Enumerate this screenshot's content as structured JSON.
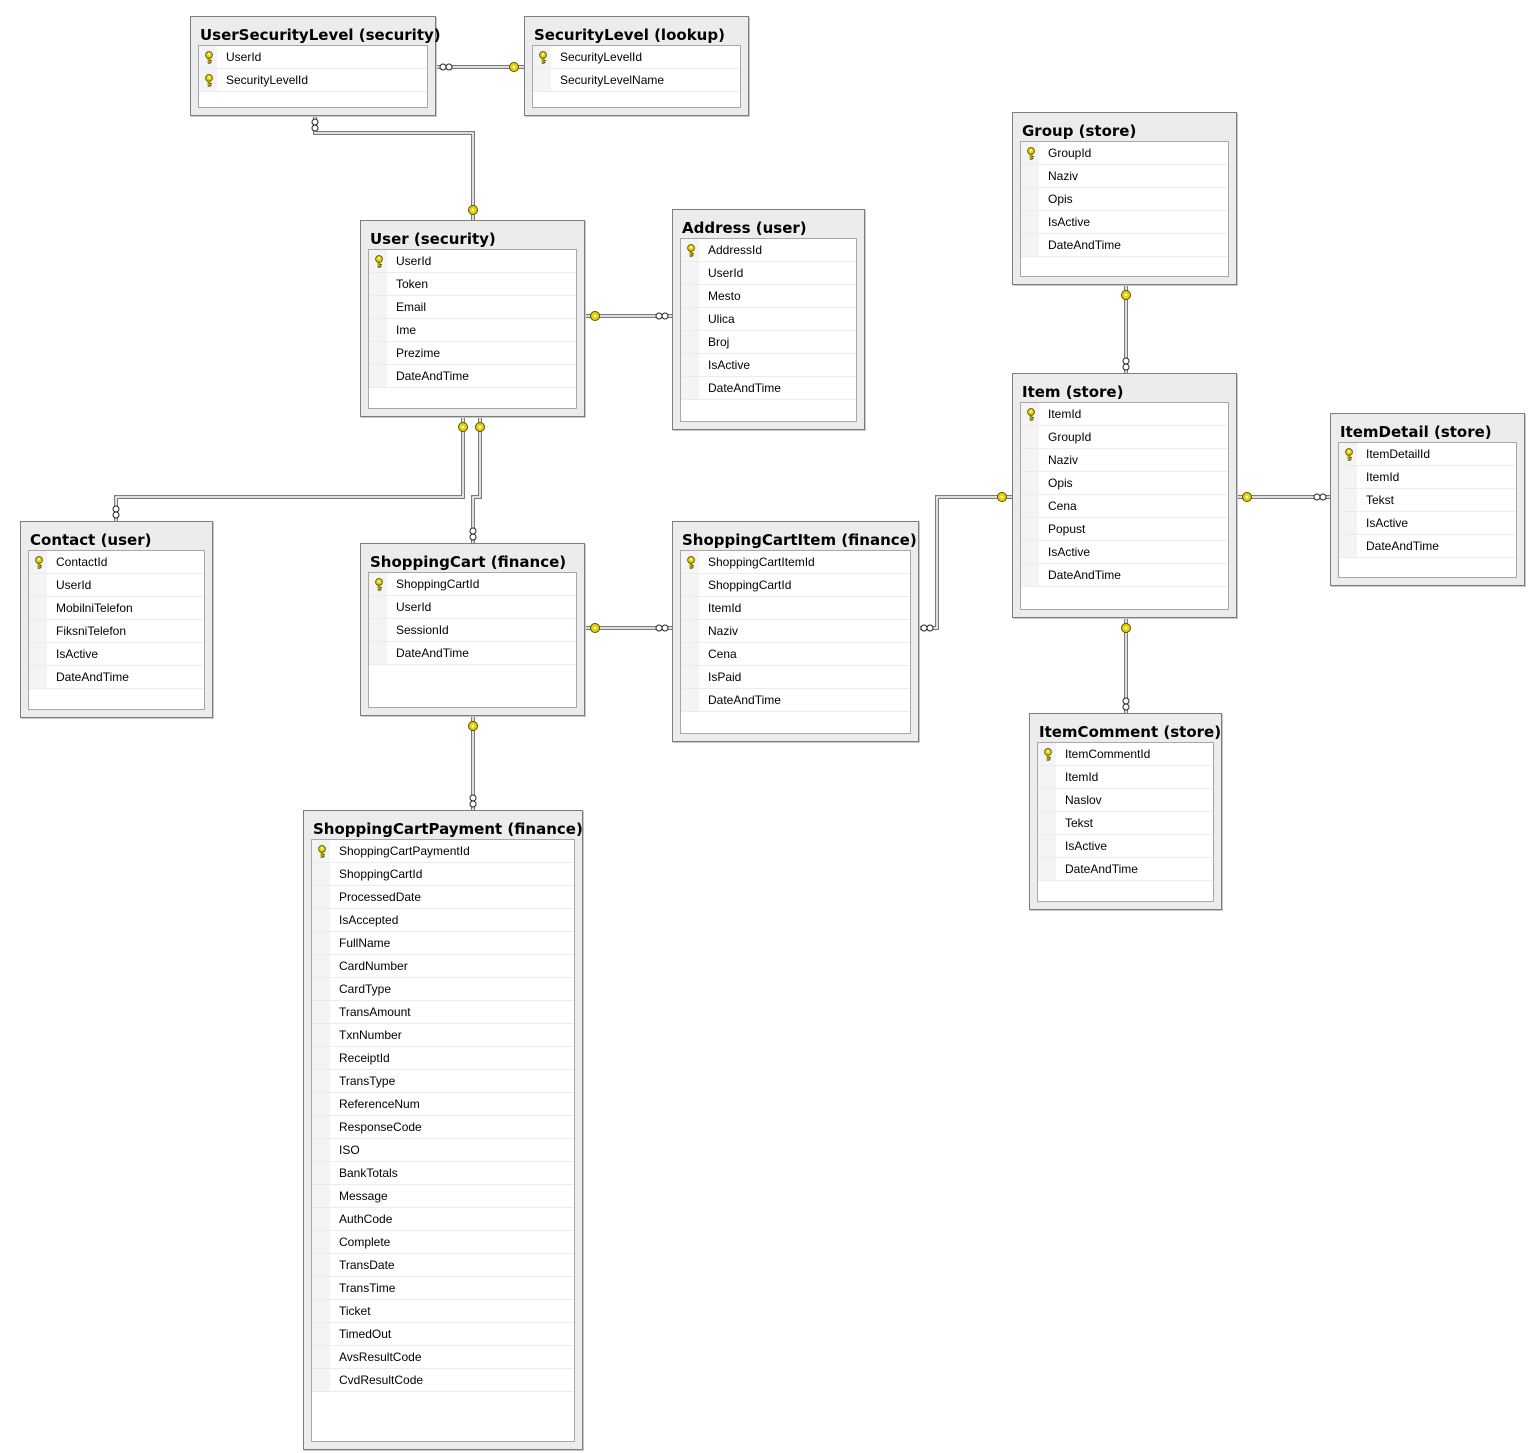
{
  "tables": [
    {
      "title": "UserSecurityLevel (security)",
      "columns": [
        {
          "name": "UserId",
          "key": true
        },
        {
          "name": "SecurityLevelId",
          "key": true
        }
      ]
    },
    {
      "title": "SecurityLevel (lookup)",
      "columns": [
        {
          "name": "SecurityLevelId",
          "key": true
        },
        {
          "name": "SecurityLevelName",
          "key": false
        }
      ]
    },
    {
      "title": "User (security)",
      "columns": [
        {
          "name": "UserId",
          "key": true
        },
        {
          "name": "Token",
          "key": false
        },
        {
          "name": "Email",
          "key": false
        },
        {
          "name": "Ime",
          "key": false
        },
        {
          "name": "Prezime",
          "key": false
        },
        {
          "name": "DateAndTime",
          "key": false
        }
      ]
    },
    {
      "title": "Address (user)",
      "columns": [
        {
          "name": "AddressId",
          "key": true
        },
        {
          "name": "UserId",
          "key": false
        },
        {
          "name": "Mesto",
          "key": false
        },
        {
          "name": "Ulica",
          "key": false
        },
        {
          "name": "Broj",
          "key": false
        },
        {
          "name": "IsActive",
          "key": false
        },
        {
          "name": "DateAndTime",
          "key": false
        }
      ]
    },
    {
      "title": "Group (store)",
      "columns": [
        {
          "name": "GroupId",
          "key": true
        },
        {
          "name": "Naziv",
          "key": false
        },
        {
          "name": "Opis",
          "key": false
        },
        {
          "name": "IsActive",
          "key": false
        },
        {
          "name": "DateAndTime",
          "key": false
        }
      ]
    },
    {
      "title": "Item (store)",
      "columns": [
        {
          "name": "ItemId",
          "key": true
        },
        {
          "name": "GroupId",
          "key": false
        },
        {
          "name": "Naziv",
          "key": false
        },
        {
          "name": "Opis",
          "key": false
        },
        {
          "name": "Cena",
          "key": false
        },
        {
          "name": "Popust",
          "key": false
        },
        {
          "name": "IsActive",
          "key": false
        },
        {
          "name": "DateAndTime",
          "key": false
        }
      ]
    },
    {
      "title": "ItemDetail (store)",
      "columns": [
        {
          "name": "ItemDetailId",
          "key": true
        },
        {
          "name": "ItemId",
          "key": false
        },
        {
          "name": "Tekst",
          "key": false
        },
        {
          "name": "IsActive",
          "key": false
        },
        {
          "name": "DateAndTime",
          "key": false
        }
      ]
    },
    {
      "title": "Contact (user)",
      "columns": [
        {
          "name": "ContactId",
          "key": true
        },
        {
          "name": "UserId",
          "key": false
        },
        {
          "name": "MobilniTelefon",
          "key": false
        },
        {
          "name": "FiksniTelefon",
          "key": false
        },
        {
          "name": "IsActive",
          "key": false
        },
        {
          "name": "DateAndTime",
          "key": false
        }
      ]
    },
    {
      "title": "ShoppingCart (finance)",
      "columns": [
        {
          "name": "ShoppingCartId",
          "key": true
        },
        {
          "name": "UserId",
          "key": false
        },
        {
          "name": "SessionId",
          "key": false
        },
        {
          "name": "DateAndTime",
          "key": false
        }
      ]
    },
    {
      "title": "ShoppingCartItem (finance)",
      "columns": [
        {
          "name": "ShoppingCartItemId",
          "key": true
        },
        {
          "name": "ShoppingCartId",
          "key": false
        },
        {
          "name": "ItemId",
          "key": false
        },
        {
          "name": "Naziv",
          "key": false
        },
        {
          "name": "Cena",
          "key": false
        },
        {
          "name": "IsPaid",
          "key": false
        },
        {
          "name": "DateAndTime",
          "key": false
        }
      ]
    },
    {
      "title": "ItemComment (store)",
      "columns": [
        {
          "name": "ItemCommentId",
          "key": true
        },
        {
          "name": "ItemId",
          "key": false
        },
        {
          "name": "Naslov",
          "key": false
        },
        {
          "name": "Tekst",
          "key": false
        },
        {
          "name": "IsActive",
          "key": false
        },
        {
          "name": "DateAndTime",
          "key": false
        }
      ]
    },
    {
      "title": "ShoppingCartPayment (finance)",
      "columns": [
        {
          "name": "ShoppingCartPaymentId",
          "key": true
        },
        {
          "name": "ShoppingCartId",
          "key": false
        },
        {
          "name": "ProcessedDate",
          "key": false
        },
        {
          "name": "IsAccepted",
          "key": false
        },
        {
          "name": "FullName",
          "key": false
        },
        {
          "name": "CardNumber",
          "key": false
        },
        {
          "name": "CardType",
          "key": false
        },
        {
          "name": "TransAmount",
          "key": false
        },
        {
          "name": "TxnNumber",
          "key": false
        },
        {
          "name": "ReceiptId",
          "key": false
        },
        {
          "name": "TransType",
          "key": false
        },
        {
          "name": "ReferenceNum",
          "key": false
        },
        {
          "name": "ResponseCode",
          "key": false
        },
        {
          "name": "ISO",
          "key": false
        },
        {
          "name": "BankTotals",
          "key": false
        },
        {
          "name": "Message",
          "key": false
        },
        {
          "name": "AuthCode",
          "key": false
        },
        {
          "name": "Complete",
          "key": false
        },
        {
          "name": "TransDate",
          "key": false
        },
        {
          "name": "TransTime",
          "key": false
        },
        {
          "name": "Ticket",
          "key": false
        },
        {
          "name": "TimedOut",
          "key": false
        },
        {
          "name": "AvsResultCode",
          "key": false
        },
        {
          "name": "CvdResultCode",
          "key": false
        }
      ]
    }
  ],
  "relationships": [
    {
      "from": "SecurityLevel (lookup)",
      "to": "UserSecurityLevel (security)",
      "one": "key-icon",
      "many": "infinity-icon"
    },
    {
      "from": "User (security)",
      "to": "UserSecurityLevel (security)",
      "one": "key-icon",
      "many": "infinity-icon"
    },
    {
      "from": "User (security)",
      "to": "Address (user)",
      "one": "key-icon",
      "many": "infinity-icon"
    },
    {
      "from": "User (security)",
      "to": "Contact (user)",
      "one": "key-icon",
      "many": "infinity-icon"
    },
    {
      "from": "User (security)",
      "to": "ShoppingCart (finance)",
      "one": "key-icon",
      "many": "infinity-icon"
    },
    {
      "from": "ShoppingCart (finance)",
      "to": "ShoppingCartItem (finance)",
      "one": "key-icon",
      "many": "infinity-icon"
    },
    {
      "from": "ShoppingCart (finance)",
      "to": "ShoppingCartPayment (finance)",
      "one": "key-icon",
      "many": "infinity-icon"
    },
    {
      "from": "Group (store)",
      "to": "Item (store)",
      "one": "key-icon",
      "many": "infinity-icon"
    },
    {
      "from": "Item (store)",
      "to": "ShoppingCartItem (finance)",
      "one": "key-icon",
      "many": "infinity-icon"
    },
    {
      "from": "Item (store)",
      "to": "ItemDetail (store)",
      "one": "key-icon",
      "many": "infinity-icon"
    },
    {
      "from": "Item (store)",
      "to": "ItemComment (store)",
      "one": "key-icon",
      "many": "infinity-icon"
    }
  ],
  "colors": {
    "key_fill": "#e8d200",
    "key_stroke": "#5a5000",
    "wire": "#7a7a7a",
    "frame": "#ececec"
  }
}
